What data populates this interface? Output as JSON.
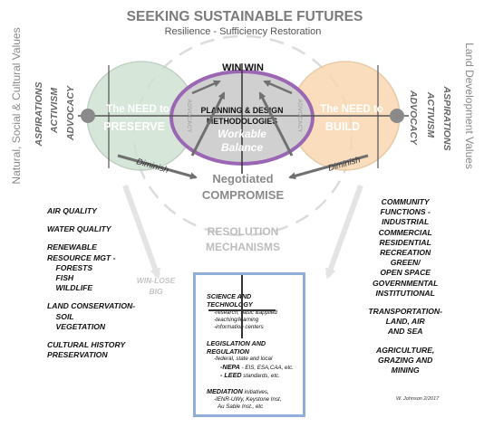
{
  "title": "SEEKING SUSTAINABLE FUTURES",
  "subtitle": "Resilience - Sufficiency  Restoration",
  "win_win": "WIN  WIN",
  "left_side_label": "Natural, Social & Cultural Values",
  "right_side_label": "Land Development Values",
  "left_stack": [
    "ASPIRATIONS",
    "ACTIVISM",
    "ADVOCACY"
  ],
  "right_stack": [
    "ADVOCACY",
    "ACTIVISM",
    "ASPIRATIONS"
  ],
  "preserve_circle": {
    "line1": "The NEED to",
    "line2": "PRESERVE",
    "tag": "ADVOCACY",
    "arrow": "Diminish"
  },
  "build_circle": {
    "line1": "The NEED to",
    "line2": "BUILD",
    "tag": "ADVOCACY",
    "arrow": "Diminish"
  },
  "center": {
    "line1": "PLANNING & DESIGN",
    "line2": "METHODOLOGIES",
    "balance1": "Workable",
    "balance2": "Balance"
  },
  "negotiated": {
    "line1": "Negotiated",
    "line2": "COMPROMISE"
  },
  "resolution": {
    "line1": "RESOLUTION",
    "line2": "MECHANISMS"
  },
  "win_lose": {
    "line1": "WIN-LOSE",
    "line2": "BIG"
  },
  "left_list": [
    "AIR QUALITY",
    "",
    "WATER QUALITY",
    "",
    "RENEWABLE",
    "RESOURCE MGT -",
    "    FORESTS",
    "    FISH",
    "    WILDLIFE",
    "",
    "LAND CONSERVATION-",
    "    SOIL",
    "    VEGETATION",
    "",
    "CULTURAL HISTORY",
    "PRESERVATION"
  ],
  "right_list": [
    "COMMUNITY",
    "FUNCTIONS -",
    "INDUSTRIAL",
    "COMMERCIAL",
    "RESIDENTIAL",
    "RECREATION",
    "GREEN/",
    "OPEN SPACE",
    "GOVERNMENTAL",
    "INSTITUTIONAL",
    "",
    "TRANSPORTATION-",
    "LAND, AIR",
    "AND SEA",
    "",
    "AGRICULTURE,",
    "GRAZING AND",
    "MINING"
  ],
  "mechanisms": {
    "science_h1": "SCIENCE AND",
    "science_h2": "TECHNOLOGY",
    "science_items": [
      "-research; basic &applied",
      "-teaching/learning",
      "-information centers"
    ],
    "legislation_h1": "LEGISLATION AND",
    "legislation_h2": "REGULATION",
    "legislation_item": "-federal, state and local",
    "nepa_bold": "-NEPA",
    "nepa_rest": " - EIS, ESA,CAA, etc.",
    "leed_bold": "- LEED",
    "leed_rest": " standards, etc.",
    "mediation_bold": "MEDIATION",
    "mediation_rest": " initiatives,",
    "mediation_items": [
      "-IENR-UWy, Keystone Inst,",
      "Au Sable Inst., etc"
    ]
  },
  "credit": "W. Johnson 2/2017",
  "colors": {
    "preserve_fill": "#cfe3d3",
    "build_fill": "#f8d8b2",
    "center_fill": "#d0d0d0",
    "center_ring": "#9b66b3",
    "heading_gray": "#7b7b7b",
    "box_border": "#8faed8"
  }
}
